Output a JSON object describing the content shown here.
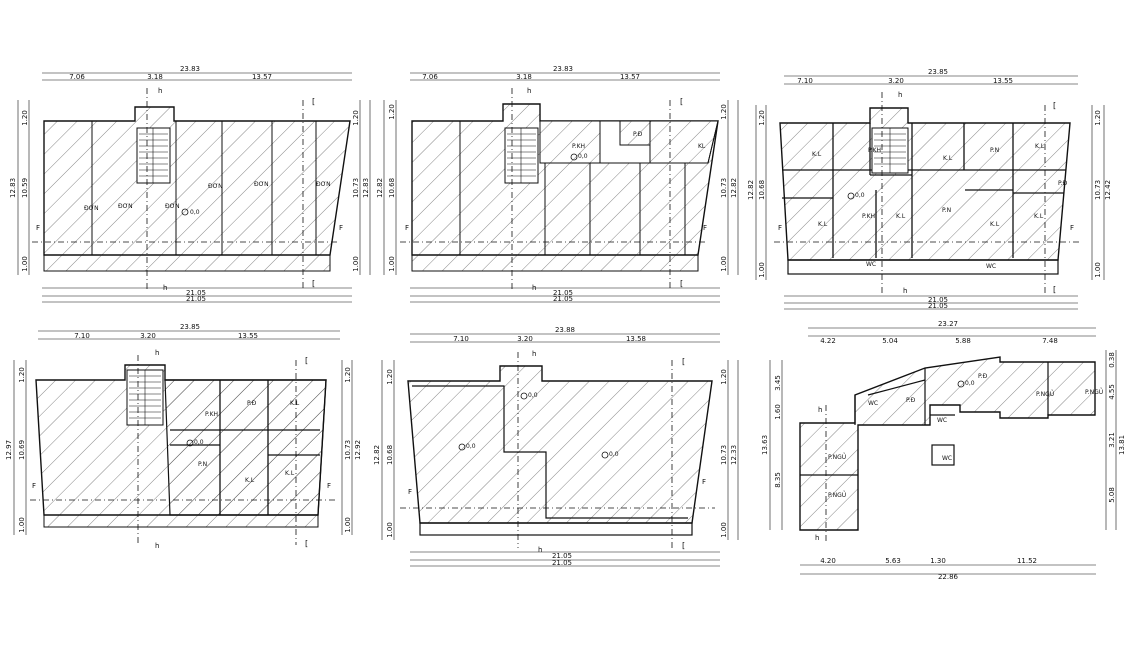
{
  "panels": {
    "p1": {
      "top_total": "23.83",
      "top_segments": [
        "7.06",
        "3.18",
        "13.57"
      ],
      "left_dims": [
        "1.20",
        "12.83",
        "10.59",
        "1.00"
      ],
      "right_dims": [
        "1.20",
        "10.73",
        "12.83",
        "1.00"
      ],
      "bottom_dims": [
        "21.05",
        "21.05"
      ],
      "rooms": [
        "ĐƠN",
        "ĐƠN",
        "ĐƠN",
        "ĐƠN",
        "ĐƠN",
        "ĐƠN"
      ],
      "level": "0,0",
      "section_h": "h",
      "section_f": "F",
      "section_i": "["
    },
    "p2": {
      "top_total": "23.83",
      "top_segments": [
        "7.06",
        "3.18",
        "13.57"
      ],
      "left_dims": [
        "1.20",
        "12.82",
        "10.68",
        "1.00"
      ],
      "right_dims": [
        "1.20",
        "10.73",
        "12.82",
        "1.00"
      ],
      "bottom_dims": [
        "21.05",
        "21.05"
      ],
      "rooms": [
        "P.KH",
        "KL",
        "P.Đ"
      ],
      "level": "0,0",
      "section_h": "h",
      "section_f": "F",
      "section_i": "["
    },
    "p3": {
      "top_total": "23.85",
      "top_segments": [
        "7.10",
        "3.20",
        "13.55"
      ],
      "left_dims": [
        "1.20",
        "12.82",
        "10.68",
        "1.00"
      ],
      "right_dims": [
        "1.20",
        "10.73",
        "12.42",
        "1.00"
      ],
      "bottom_dims": [
        "21.05",
        "21.05"
      ],
      "rooms": [
        "K.L",
        "P.KH",
        "K.L",
        "P.N",
        "K.L",
        "P.Đ",
        "P.KH",
        "P.N",
        "K.L",
        "K.L",
        "K.L",
        "K.L",
        "WC",
        "WC"
      ],
      "level": "0,0",
      "section_h": "h",
      "section_f": "F",
      "section_i": "["
    },
    "p4": {
      "top_total": "23.85",
      "top_segments": [
        "7.10",
        "3.20",
        "13.55"
      ],
      "left_dims": [
        "1.20",
        "12.97",
        "10.69",
        "1.00"
      ],
      "right_dims": [
        "1.20",
        "10.73",
        "12.92",
        "1.00"
      ],
      "bottom_dims": [],
      "rooms": [
        "P.KH",
        "P.Đ",
        "K.L",
        "K.L",
        "P.N",
        "K.L"
      ],
      "level": "0,0",
      "section_h": "h",
      "section_f": "F",
      "section_i": "["
    },
    "p5": {
      "top_total": "23.88",
      "top_segments": [
        "7.10",
        "3.20",
        "13.58"
      ],
      "left_dims": [
        "1.20",
        "12.82",
        "10.68",
        "1.00"
      ],
      "right_dims": [
        "1.20",
        "10.73",
        "12.33",
        "1.00"
      ],
      "bottom_dims": [
        "21.05",
        "21.05"
      ],
      "rooms": [],
      "levels": [
        "0,0",
        "0,0",
        "0,0"
      ],
      "section_h": "h",
      "section_f": "F",
      "section_i": "["
    },
    "p6": {
      "top_total": "23.27",
      "top_segments": [
        "4.22",
        "5.04",
        "5.88",
        "7.48"
      ],
      "left_dims": [
        "3.45",
        "1.60",
        "13.63",
        "8.35"
      ],
      "right_dims": [
        "0.38",
        "4.55",
        "13.81",
        "3.21",
        "5.08"
      ],
      "bottom_segments": [
        "4.20",
        "5.63",
        "1.30",
        "11.52"
      ],
      "bottom_total": "22.86",
      "rooms": [
        "WC",
        "P.Đ",
        "P.Đ",
        "WC",
        "WC",
        "P.NGỦ",
        "P.NGỦ",
        "P.NGỦ",
        "P.NGỦ"
      ],
      "level": "0,0",
      "section_h": "h"
    }
  }
}
